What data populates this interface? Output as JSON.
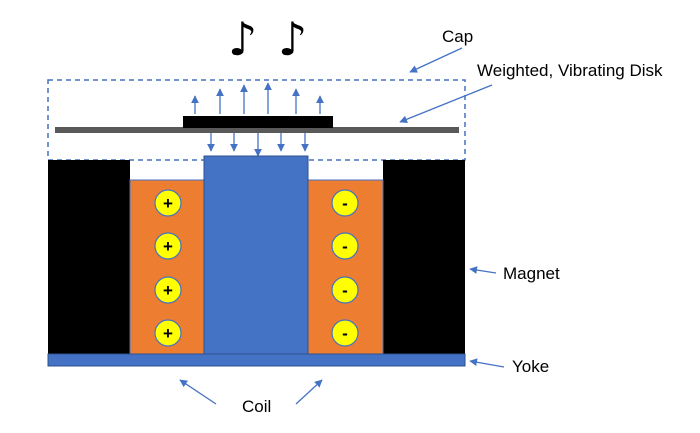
{
  "labels": {
    "cap": "Cap",
    "disk": "Weighted, Vibrating Disk",
    "magnet": "Magnet",
    "yoke": "Yoke",
    "coil": "Coil"
  },
  "coil_left_signs": [
    "+",
    "+",
    "+",
    "+"
  ],
  "coil_right_signs": [
    "-",
    "-",
    "-",
    "-"
  ],
  "music_notes": [
    "♪",
    "♪"
  ],
  "colors": {
    "magnet": "#000000",
    "coil": "#ed7d31",
    "core": "#4472c4",
    "yoke": "#4472c4",
    "charge": "#ffff00",
    "disk": "#595959",
    "arrow": "#4472c4",
    "cap_outline": "#4472c4"
  }
}
